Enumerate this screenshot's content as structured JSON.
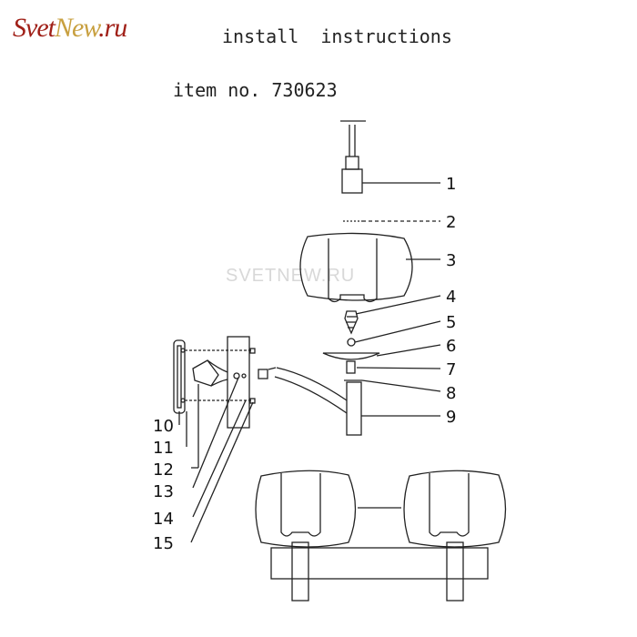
{
  "logo": {
    "part1": "Svet",
    "part2": "New",
    "part3": ".ru"
  },
  "title": "install  instructions",
  "item": "item no. 730623",
  "watermark": "SVETNEW.RU",
  "parts": [
    "1",
    "2",
    "3",
    "4",
    "5",
    "6",
    "7",
    "8",
    "9",
    "10",
    "11",
    "12",
    "13",
    "14",
    "15"
  ]
}
